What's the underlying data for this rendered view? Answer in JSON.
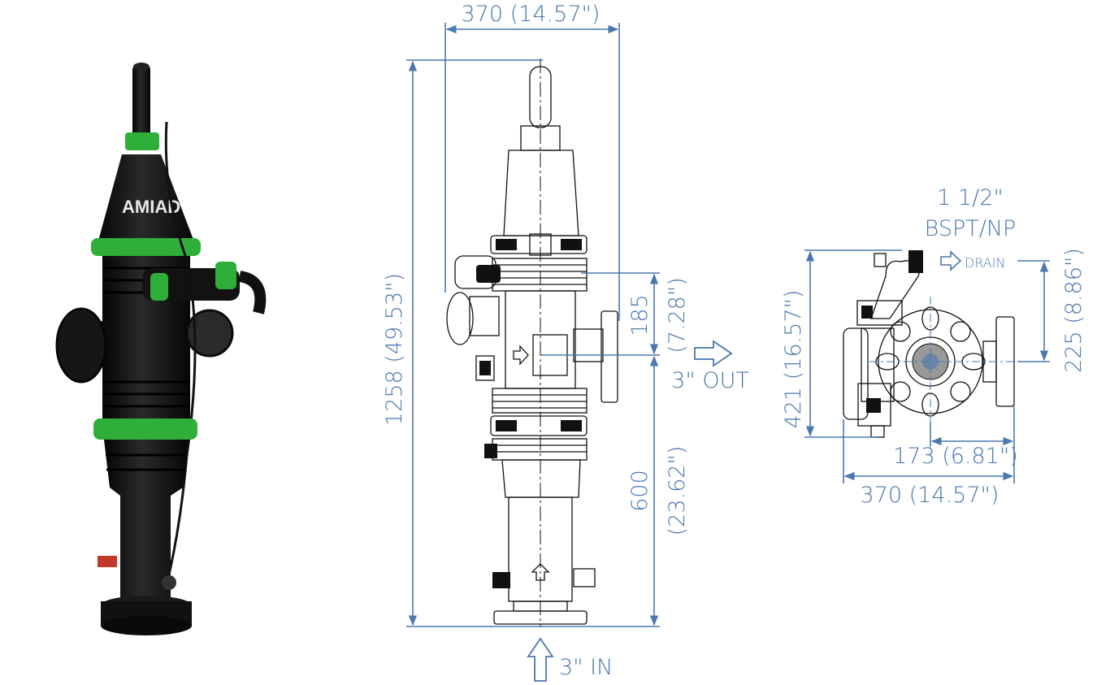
{
  "product": {
    "brand_text": "AMIAD"
  },
  "front_view": {
    "width_label": "370 (14.57\")",
    "height_label": "1258 (49.53\")",
    "outlet_height_label_a": "185",
    "outlet_height_label_b": "(7.28\")",
    "base_height_label_a": "600",
    "base_height_label_b": "(23.62\")",
    "outlet_label": "3\" OUT",
    "inlet_label": "3\" IN"
  },
  "top_view": {
    "drain_size_label_a": "1 1/2\"",
    "drain_size_label_b": "BSPT/NP",
    "drain_label": "DRAIN",
    "depth_label": "421 (16.57\")",
    "drain_offset_label": "225 (8.86\")",
    "center_offset_label": "173 (6.81\")",
    "width_label": "370 (14.57\")"
  },
  "colors": {
    "dimension": "#4a78b0",
    "body": "#111111",
    "accent_green": "#2fae3a"
  }
}
